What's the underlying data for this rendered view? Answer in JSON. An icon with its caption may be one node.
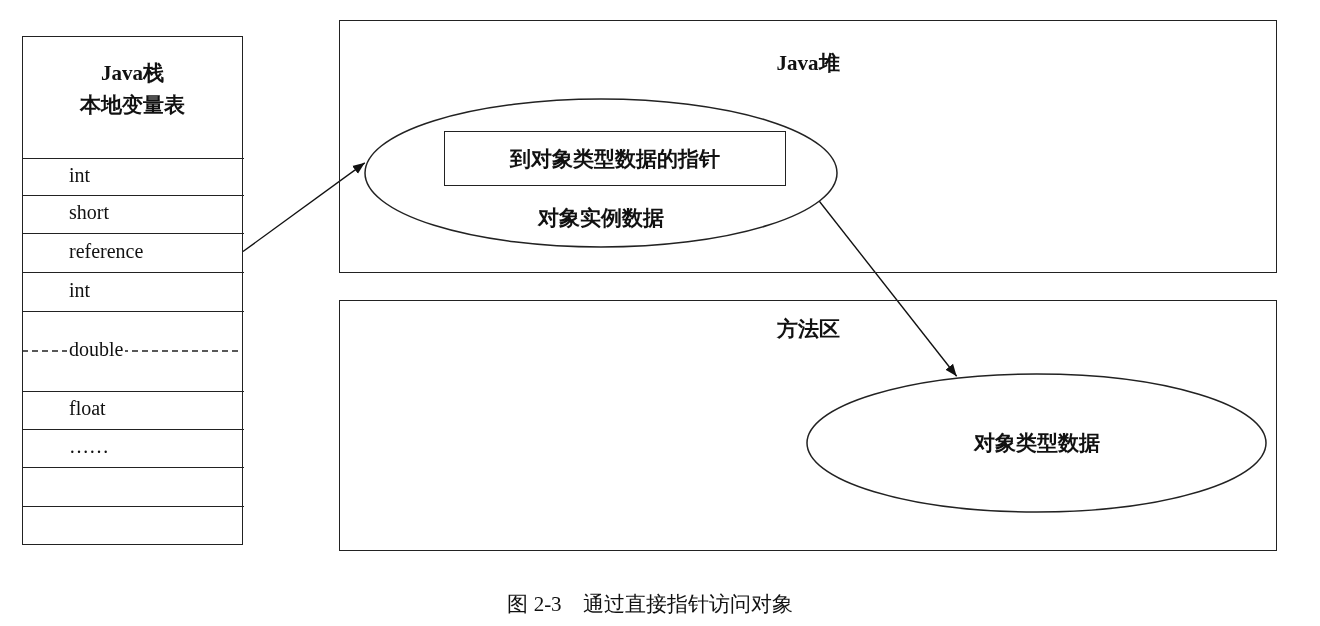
{
  "diagram": {
    "caption": "图 2-3　通过直接指针访问对象",
    "nodes": [
      {
        "text": [
          "Java栈",
          "本地变量表"
        ]
      },
      {
        "text": [
          "int"
        ],
        "in": 0
      },
      {
        "text": [
          "short"
        ],
        "in": 0
      },
      {
        "text": [
          "reference"
        ],
        "in": 0
      },
      {
        "text": [
          "int"
        ],
        "in": 0
      },
      {
        "text": [
          "double"
        ],
        "in": 0
      },
      {
        "text": [
          "float"
        ],
        "in": 0
      },
      {
        "text": [
          "……"
        ],
        "in": 0
      },
      {
        "text": [],
        "shape": "box",
        "in": 0
      },
      {
        "text": [],
        "shape": "box",
        "in": 0
      },
      {
        "text": [
          "Java堆"
        ]
      },
      {
        "text": [
          "对象实例数据"
        ],
        "in": 10
      },
      {
        "text": [
          "到对象类型数据的指针"
        ],
        "in": 11
      },
      {
        "text": [
          "方法区"
        ]
      },
      {
        "text": [
          "对象类型数据"
        ],
        "in": 13
      }
    ],
    "edges": [
      {
        "from": 3,
        "to": 11,
        "arrow": "to"
      },
      {
        "from": 12,
        "to": 14,
        "arrow": "to"
      }
    ]
  }
}
